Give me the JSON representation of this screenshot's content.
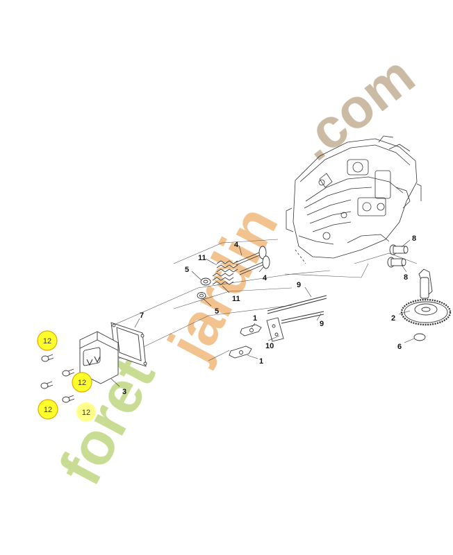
{
  "watermark": {
    "text_green": "foret",
    "text_orange": "jardin",
    "text_tan": ".com",
    "color_green": "#c6dc8e",
    "color_orange": "#f2c089",
    "color_tan": "#c9b8a0"
  },
  "highlight": {
    "fill": "#ffff2b",
    "fill_faded": "#ffff8a",
    "stroke": "#e8a800"
  },
  "parts": {
    "p1a": "1",
    "p1b": "1",
    "p2": "2",
    "p3": "3",
    "p4a": "4",
    "p4b": "4",
    "p5a": "5",
    "p5b": "5",
    "p6": "6",
    "p7": "7",
    "p8a": "8",
    "p8b": "8",
    "p9a": "9",
    "p9b": "9",
    "p10": "10",
    "p11a": "11",
    "p11b": "11",
    "h12a": "12",
    "h12b": "12",
    "h12c": "12",
    "h12d": "12"
  }
}
